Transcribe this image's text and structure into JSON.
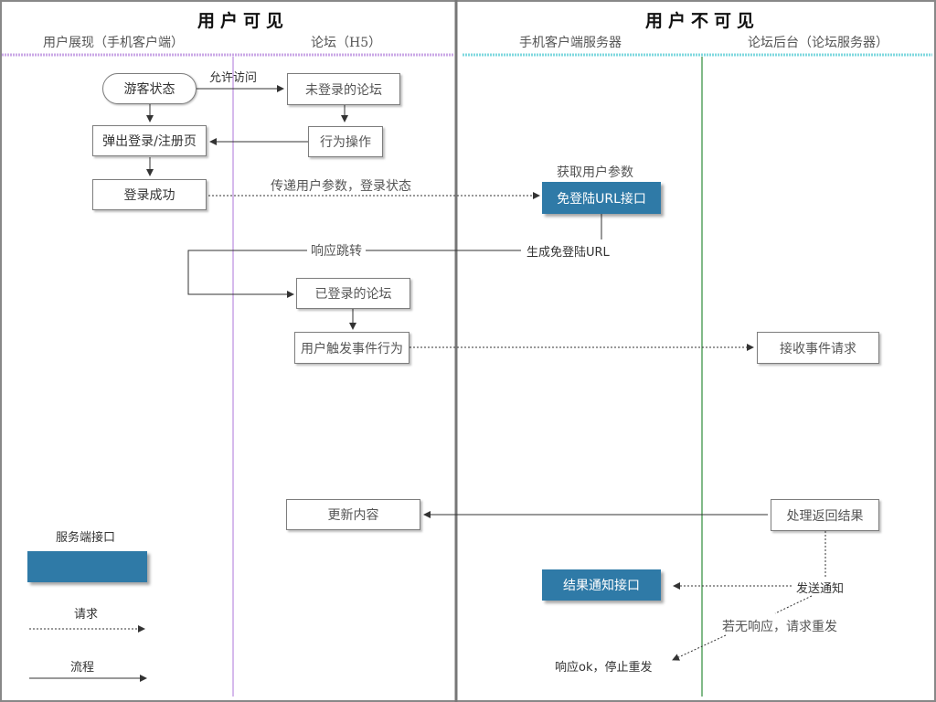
{
  "sections": {
    "visible": "用户可见",
    "invisible": "用户不可见"
  },
  "lanes": {
    "user_display": "用户展现（手机客户端）",
    "forum_h5": "论坛（H5）",
    "client_server": "手机客户端服务器",
    "forum_backend": "论坛后台（论坛服务器）"
  },
  "nodes": {
    "guest_state": "游客状态",
    "forum_not_logged": "未登录的论坛",
    "popup_login": "弹出登录/注册页",
    "action_op": "行为操作",
    "login_success": "登录成功",
    "sso_url_api": "免登陆URL接口",
    "forum_logged": "已登录的论坛",
    "user_trigger": "用户触发事件行为",
    "receive_event": "接收事件请求",
    "update_content": "更新内容",
    "process_result": "处理返回结果",
    "result_notify_api": "结果通知接口"
  },
  "labels": {
    "allow_access": "允许访问",
    "pass_params": "传递用户参数，登录状态",
    "get_params": "获取用户参数",
    "response_redirect": "响应跳转",
    "gen_sso_url": "生成免登陆URL",
    "send_notify": "发送通知",
    "retry": "若无响应，请求重发",
    "response_ok": "响应ok，停止重发"
  },
  "legend": {
    "server_api": "服务端接口",
    "request": "请求",
    "flow": "流程"
  },
  "colors": {
    "blue_box": "#2f7aa7",
    "purple_lane": "#b58bd6",
    "green_lane": "#2e8b3a",
    "cyan_rule": "#7fd8df",
    "purple_rule": "#caa7e6"
  }
}
